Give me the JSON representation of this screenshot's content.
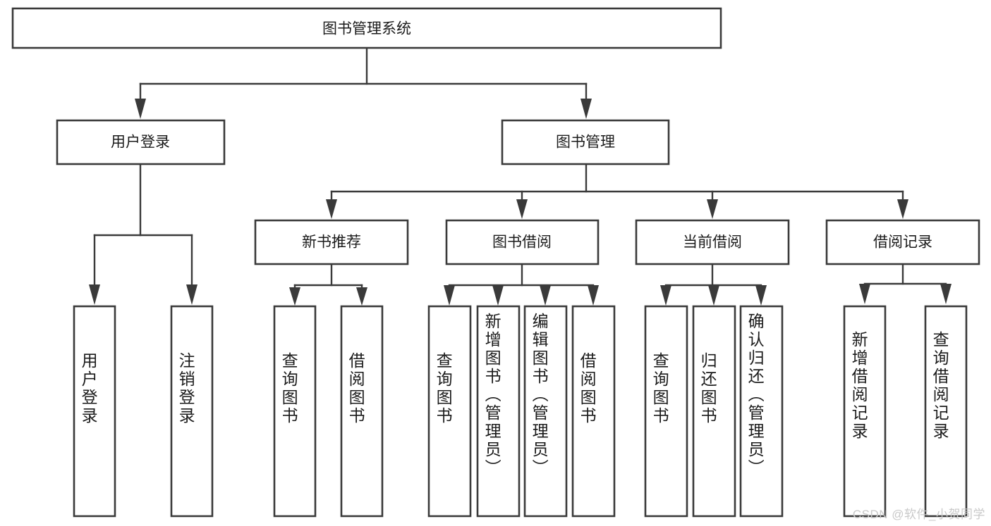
{
  "diagram": {
    "title": "图书管理系统",
    "type": "tree",
    "orientation": "top-down",
    "style": {
      "box_fill": "#ffffff",
      "box_stroke": "#3a3a3a",
      "connector": "#3a3a3a",
      "text": "#1b1b1b",
      "background": "#ffffff",
      "watermark_color": "#c9c9c9"
    },
    "root": {
      "id": "root",
      "label": "图书管理系统",
      "orientation": "horizontal"
    },
    "level2": [
      {
        "id": "user-login",
        "label": "用户登录",
        "orientation": "horizontal"
      },
      {
        "id": "book-management",
        "label": "图书管理",
        "orientation": "horizontal"
      }
    ],
    "level3": [
      {
        "id": "new-book-recommend",
        "label": "新书推荐",
        "orientation": "horizontal"
      },
      {
        "id": "book-borrow",
        "label": "图书借阅",
        "orientation": "horizontal"
      },
      {
        "id": "current-borrow",
        "label": "当前借阅",
        "orientation": "horizontal"
      },
      {
        "id": "borrow-record",
        "label": "借阅记录",
        "orientation": "horizontal"
      }
    ],
    "leaves": {
      "user-login": [
        {
          "id": "leaf-user-login",
          "label": "用户登录",
          "orientation": "vertical"
        },
        {
          "id": "leaf-logout-login",
          "label": "注销登录",
          "orientation": "vertical"
        }
      ],
      "new-book-recommend": [
        {
          "id": "leaf-query-books-1",
          "label": "查询图书",
          "orientation": "vertical"
        },
        {
          "id": "leaf-borrow-books-1",
          "label": "借阅图书",
          "orientation": "vertical"
        }
      ],
      "book-borrow": [
        {
          "id": "leaf-query-books-2",
          "label": "查询图书",
          "orientation": "vertical"
        },
        {
          "id": "leaf-add-book-admin",
          "label": "新增图书（管理员）",
          "orientation": "vertical"
        },
        {
          "id": "leaf-edit-book-admin",
          "label": "编辑图书（管理员）",
          "orientation": "vertical"
        },
        {
          "id": "leaf-borrow-books-2",
          "label": "借阅图书",
          "orientation": "vertical"
        }
      ],
      "current-borrow": [
        {
          "id": "leaf-query-books-3",
          "label": "查询图书",
          "orientation": "vertical"
        },
        {
          "id": "leaf-return-book",
          "label": "归还图书",
          "orientation": "vertical"
        },
        {
          "id": "leaf-confirm-return-admin",
          "label": "确认归还（管理员）",
          "orientation": "vertical"
        }
      ],
      "borrow-record": [
        {
          "id": "leaf-add-borrow-record",
          "label": "新增借阅记录",
          "orientation": "vertical"
        },
        {
          "id": "leaf-query-borrow-record",
          "label": "查询借阅记录",
          "orientation": "vertical"
        }
      ]
    },
    "watermark": "CSDN @软件_小贺同学"
  }
}
